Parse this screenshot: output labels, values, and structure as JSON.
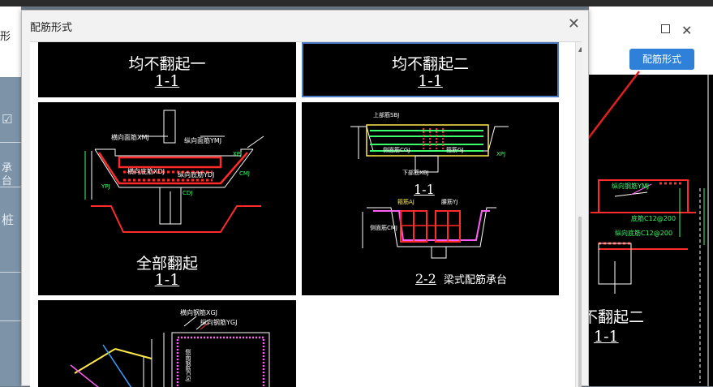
{
  "background": {
    "left_text": [
      "形",
      "☑",
      "承台",
      "桩"
    ],
    "button_label": "配筋形式",
    "cad_text_1": "不翻起二",
    "cad_text_2": "1-1",
    "cad_notes": [
      "纵向钢筋YMJ",
      "底筋C12@200",
      "纵向底筋C12@200"
    ]
  },
  "dialog": {
    "title": "配筋形式",
    "close_glyph": "✕",
    "tiles": [
      {
        "title": "均不翻起一",
        "section": "1-1"
      },
      {
        "title": "均不翻起二",
        "section": "1-1"
      },
      {
        "title": "全部翻起",
        "section": "1-1",
        "notes": [
          "横向面筋XMJ",
          "纵向面筋YMJ",
          "横向底筋XDJ",
          "纵向底筋YDJ",
          "CMJ",
          "XPJ",
          "YPJ",
          "CDJ"
        ]
      },
      {
        "title": "梁式配筋承台",
        "section_a": "1-1",
        "section_b": "2-2",
        "notes": [
          "上部筋SBJ",
          "侧面筋CGJ",
          "箍筋GJ",
          "下部筋XBJ",
          "腰筋YJ",
          "箍筋AJ",
          "侧面筋CMJ",
          "XPJ"
        ]
      },
      {
        "title": "",
        "notes": [
          "横向钢筋XGJ",
          "纵向钢筋YGJ",
          "侧面钢筋CGJ"
        ]
      }
    ]
  }
}
